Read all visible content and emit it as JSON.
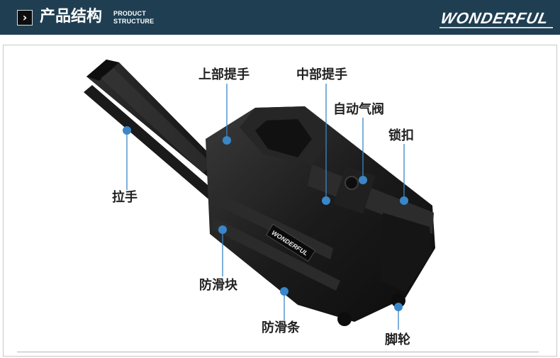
{
  "header": {
    "title": "产品结构",
    "subtitle_line1": "PRODUCT",
    "subtitle_line2": "STRUCTURE",
    "brand": "WONDERFUL",
    "icon": "chevron-right-icon",
    "colors": {
      "bar": "#1f3e52",
      "text": "#ffffff"
    }
  },
  "product_image": {
    "badge_text": "WONDERFUL"
  },
  "callouts": [
    {
      "id": "pull-handle",
      "label": "拉手"
    },
    {
      "id": "top-handle",
      "label": "上部提手"
    },
    {
      "id": "middle-handle",
      "label": "中部提手"
    },
    {
      "id": "auto-valve",
      "label": "自动气阀"
    },
    {
      "id": "latch",
      "label": "锁扣"
    },
    {
      "id": "anti-slip-pad",
      "label": "防滑块"
    },
    {
      "id": "anti-slip-strip",
      "label": "防滑条"
    },
    {
      "id": "wheels",
      "label": "脚轮"
    }
  ],
  "colors": {
    "marker": "#3a86c8",
    "leader": "#3a86c8",
    "case": "#1b1b1b"
  }
}
